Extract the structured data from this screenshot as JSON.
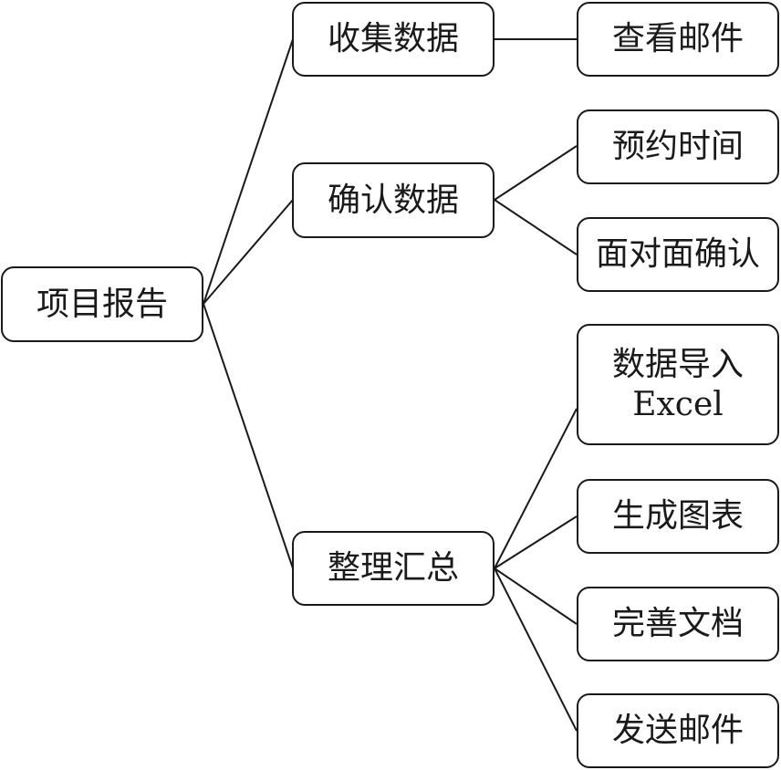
{
  "diagram": {
    "root": {
      "label": "项目报告"
    },
    "branches": [
      {
        "label": "收集数据",
        "children": [
          {
            "lines": [
              "查看邮件"
            ]
          }
        ]
      },
      {
        "label": "确认数据",
        "children": [
          {
            "lines": [
              "预约时间"
            ]
          },
          {
            "lines": [
              "面对面确认"
            ]
          }
        ]
      },
      {
        "label": "整理汇总",
        "children": [
          {
            "lines": [
              "数据导入",
              "Excel"
            ]
          },
          {
            "lines": [
              "生成图表"
            ]
          },
          {
            "lines": [
              "完善文档"
            ]
          },
          {
            "lines": [
              "发送邮件"
            ]
          }
        ]
      }
    ]
  }
}
